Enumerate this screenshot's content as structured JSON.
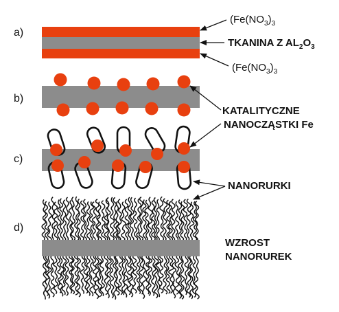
{
  "colors": {
    "fabric": "#8c8c8c",
    "iron": "#e8400f",
    "tube": "#111111",
    "text": "#111111",
    "background": "#ffffff"
  },
  "steps": [
    "a)",
    "b)",
    "c)",
    "d)"
  ],
  "labels": {
    "fe_top": {
      "main": "(Fe(NO",
      "sub1": "3",
      "close": ")",
      "sub2": "3"
    },
    "fabric": {
      "main": "TKANINA Z AL",
      "sub1": "2",
      "mid": "O",
      "sub2": "3"
    },
    "fe_bottom": {
      "main": "(Fe(NO",
      "sub1": "3",
      "close": ")",
      "sub2": "3"
    },
    "catalyst_line1": "KATALITYCZNE",
    "catalyst_line2": "NANOCZĄSTKI Fe",
    "nanotubes": "NANORURKI",
    "growth_line1": "WZROST",
    "growth_line2": "NANORUREK"
  }
}
